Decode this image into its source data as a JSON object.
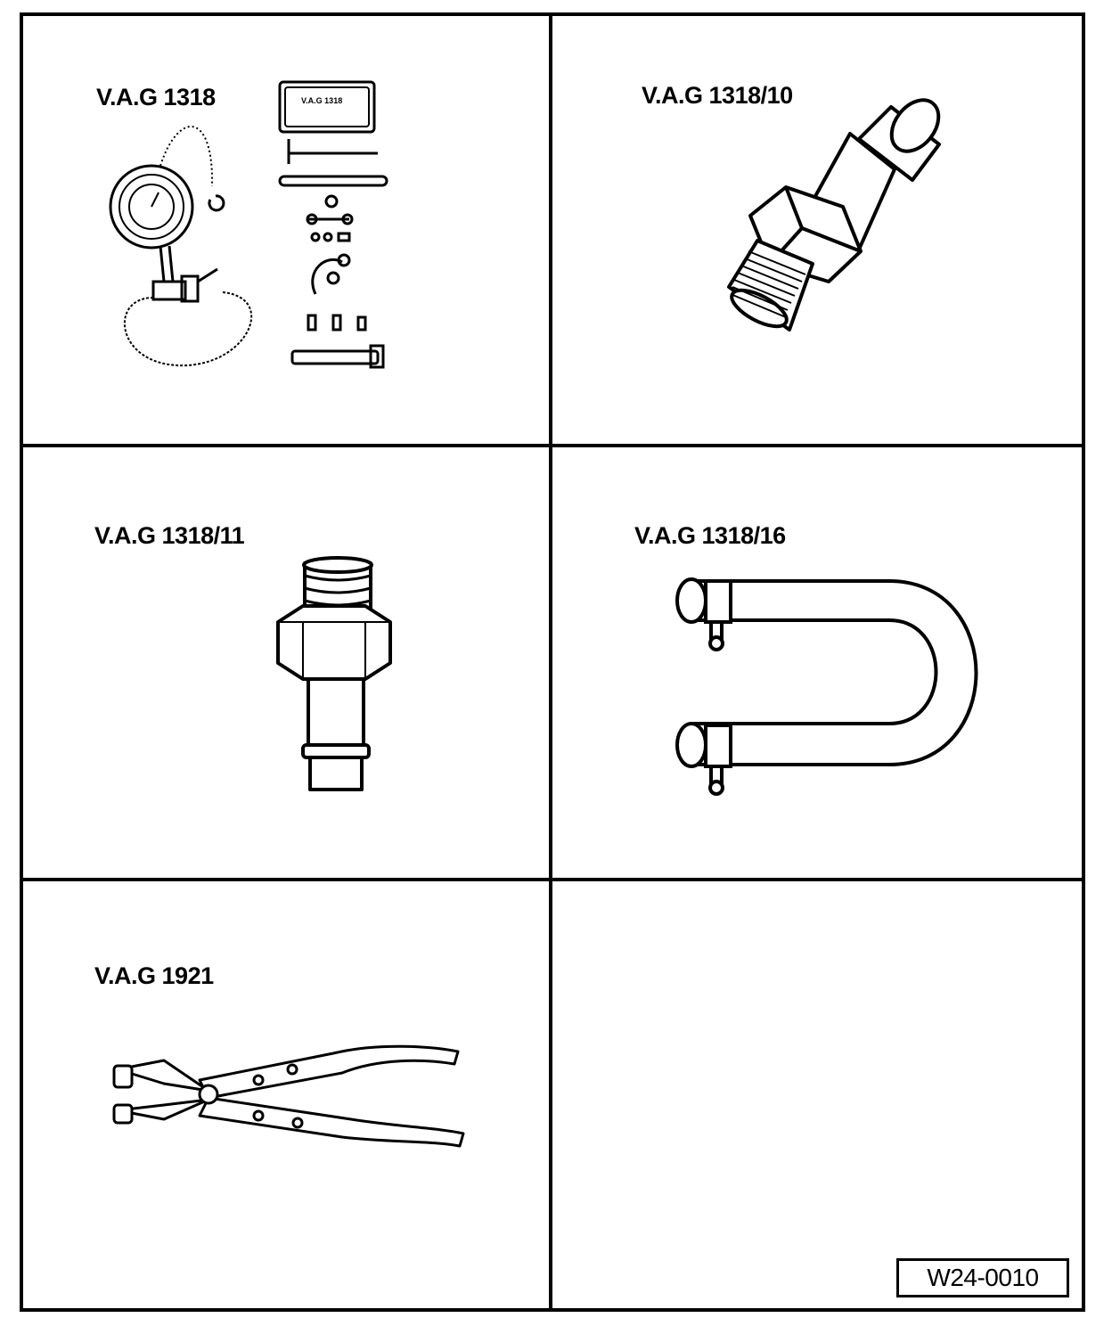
{
  "tools": [
    {
      "label": "V.A.G 1318",
      "illustration": "pressure-tester-kit"
    },
    {
      "label": "V.A.G 1318/10",
      "illustration": "threaded-adapter"
    },
    {
      "label": "V.A.G 1318/11",
      "illustration": "hex-adapter"
    },
    {
      "label": "V.A.G 1318/16",
      "illustration": "hose-with-clamps"
    },
    {
      "label": "V.A.G 1921",
      "illustration": "hose-clamp-pliers"
    }
  ],
  "case_label": "V.A.G 1318",
  "figure_reference": "W24-0010"
}
